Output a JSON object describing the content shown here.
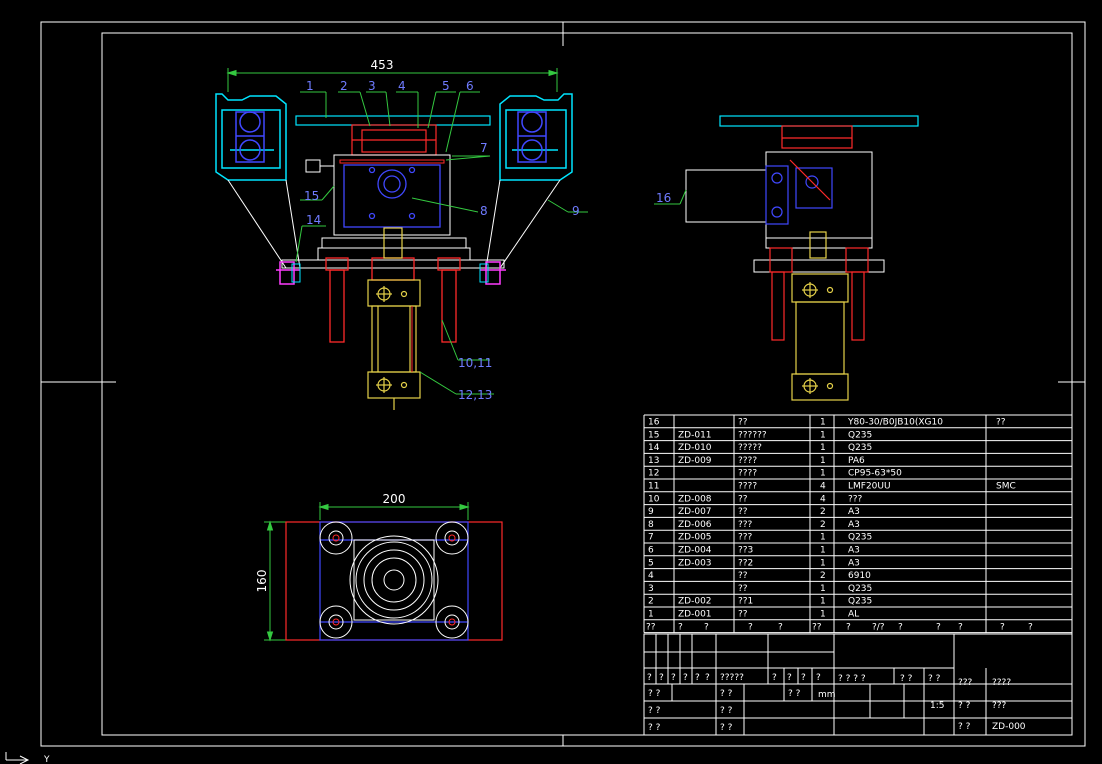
{
  "colors": {
    "background": "#000000",
    "frame": "#ffffff",
    "cyan": "#00e5ff",
    "blue": "#4048ff",
    "red": "#ff2a2a",
    "yellow": "#e6d24a",
    "magenta": "#ff3cff",
    "green": "#34c940",
    "leader": "#6f7bff"
  },
  "drawing": {
    "front_view": {
      "width_dim": "453",
      "balloons": [
        "1",
        "2",
        "3",
        "4",
        "5",
        "6",
        "7",
        "8",
        "9",
        "10,11",
        "12,13",
        "14",
        "15"
      ]
    },
    "side_view": {
      "balloons": [
        "16"
      ]
    },
    "top_view": {
      "width_dim": "200",
      "height_dim": "160"
    }
  },
  "bom": {
    "rows": [
      {
        "no": "16",
        "code": "",
        "name": "??",
        "qty": "1",
        "material": "Y80-30/B0JB10(XG10",
        "note": "??"
      },
      {
        "no": "15",
        "code": "ZD-011",
        "name": "??????",
        "qty": "1",
        "material": "Q235",
        "note": ""
      },
      {
        "no": "14",
        "code": "ZD-010",
        "name": "?????",
        "qty": "1",
        "material": "Q235",
        "note": ""
      },
      {
        "no": "13",
        "code": "ZD-009",
        "name": "????",
        "qty": "1",
        "material": "PA6",
        "note": ""
      },
      {
        "no": "12",
        "code": "",
        "name": "????",
        "qty": "1",
        "material": "CP95-63*50",
        "note": ""
      },
      {
        "no": "11",
        "code": "",
        "name": "????",
        "qty": "4",
        "material": "LMF20UU",
        "note": "SMC"
      },
      {
        "no": "10",
        "code": "ZD-008",
        "name": "??",
        "qty": "4",
        "material": "???",
        "note": ""
      },
      {
        "no": "9",
        "code": "ZD-007",
        "name": "??",
        "qty": "2",
        "material": "A3",
        "note": ""
      },
      {
        "no": "8",
        "code": "ZD-006",
        "name": "???",
        "qty": "2",
        "material": "A3",
        "note": ""
      },
      {
        "no": "7",
        "code": "ZD-005",
        "name": "???",
        "qty": "1",
        "material": "Q235",
        "note": ""
      },
      {
        "no": "6",
        "code": "ZD-004",
        "name": "??3",
        "qty": "1",
        "material": "A3",
        "note": ""
      },
      {
        "no": "5",
        "code": "ZD-003",
        "name": "??2",
        "qty": "1",
        "material": "A3",
        "note": ""
      },
      {
        "no": "4",
        "code": "",
        "name": "??",
        "qty": "2",
        "material": "6910",
        "note": ""
      },
      {
        "no": "3",
        "code": "",
        "name": "??",
        "qty": "1",
        "material": "Q235",
        "note": ""
      },
      {
        "no": "2",
        "code": "ZD-002",
        "name": "??1",
        "qty": "1",
        "material": "Q235",
        "note": ""
      },
      {
        "no": "1",
        "code": "ZD-001",
        "name": "??",
        "qty": "1",
        "material": "AL",
        "note": ""
      }
    ],
    "header": [
      "??",
      "?",
      "?",
      "?",
      "?",
      "??",
      "?",
      "?/?",
      "?",
      "?",
      "?",
      "?",
      "?"
    ]
  },
  "title_block": {
    "r1": [
      "?",
      "?",
      "?",
      "?",
      "?",
      "?",
      "?????",
      "?",
      "?",
      "?",
      "?"
    ],
    "stage": "? ? ? ?",
    "weight": "? ?",
    "scale_head": "? ?",
    "company": "???",
    "drawing_name": "????",
    "r2": [
      "? ?",
      "? ?",
      "? ?",
      "mm"
    ],
    "scale": "1:5",
    "sheets": "? ?",
    "sheet_no": "???",
    "r3": [
      "? ?",
      "? ?"
    ],
    "r4": [
      "? ?",
      "? ?"
    ],
    "code_label": "? ?",
    "code": "ZD-000"
  },
  "ucs": {
    "y_label": "Y"
  }
}
